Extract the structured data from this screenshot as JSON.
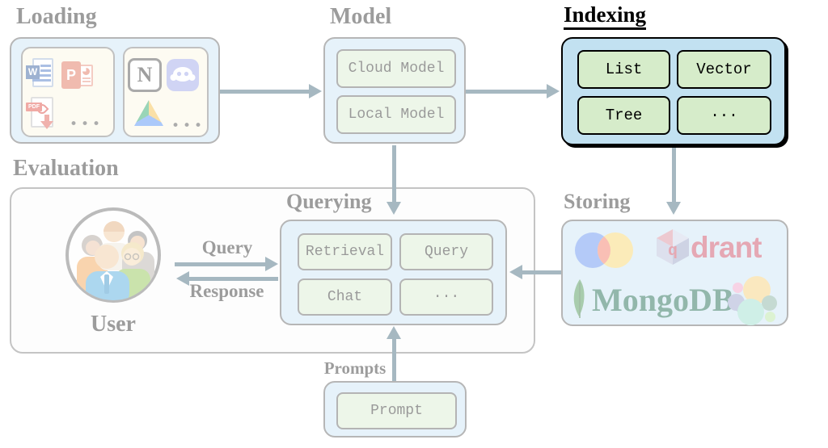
{
  "sections": {
    "loading": {
      "title": "Loading",
      "dots": "•••"
    },
    "model": {
      "title": "Model",
      "items": [
        "Cloud Model",
        "Local Model"
      ]
    },
    "indexing": {
      "title": "Indexing",
      "items": [
        "List",
        "Vector",
        "Tree",
        "···"
      ]
    },
    "evaluation": {
      "title": "Evaluation"
    },
    "user": {
      "label": "User"
    },
    "querying": {
      "title": "Querying",
      "items": [
        "Retrieval",
        "Query",
        "Chat",
        "···"
      ]
    },
    "storing": {
      "title": "Storing",
      "qdrant_text": "drant",
      "mongodb_text": "MongoDB."
    },
    "prompts": {
      "title": "Prompts",
      "item": "Prompt"
    }
  },
  "flows": {
    "query_label": "Query",
    "response_label": "Response"
  },
  "icons": {
    "word_letter": "W",
    "powerpoint_letter": "P",
    "pdf_label": "PDF",
    "notion_letter": "N",
    "qdrant_letter": "q"
  },
  "colors": {
    "highlight_panel_blue": "#c2e1f1",
    "panel_blue": "#c9e4f4",
    "box_green": "#d9edcf",
    "arrow_gray_blue": "#3c6478",
    "qdrant_red": "#c7405a",
    "mongodb_green": "#0f6246",
    "chroma_blue": "#5b8bf0",
    "chroma_yellow": "#f7d465",
    "chroma_red": "#f2735c",
    "discord_blurple": "#98a2e8",
    "word_blue": "#2b579a",
    "powerpoint_orange": "#e06a50",
    "pdf_red": "#d93831"
  }
}
